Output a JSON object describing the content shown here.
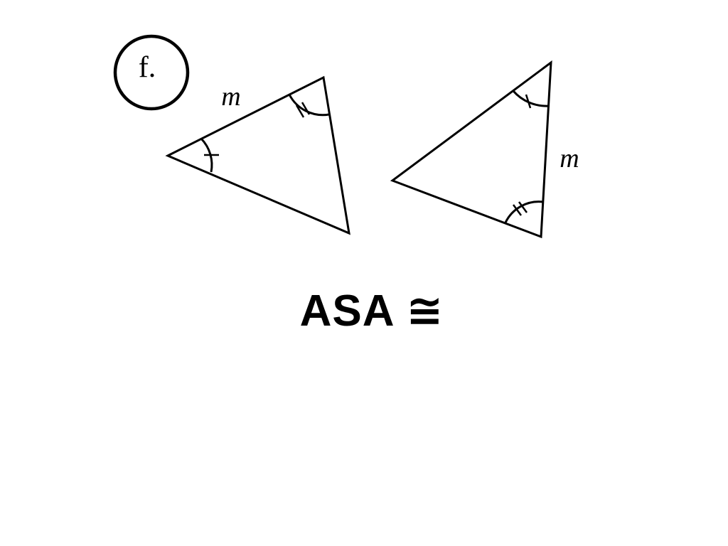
{
  "problem": {
    "label": "f."
  },
  "triangle_left": {
    "side_label": "m",
    "angle_marks": [
      "single-tick",
      "double-tick"
    ]
  },
  "triangle_right": {
    "side_label": "m",
    "angle_marks": [
      "single-tick",
      "double-tick"
    ]
  },
  "caption": {
    "text": "ASA ≅"
  }
}
